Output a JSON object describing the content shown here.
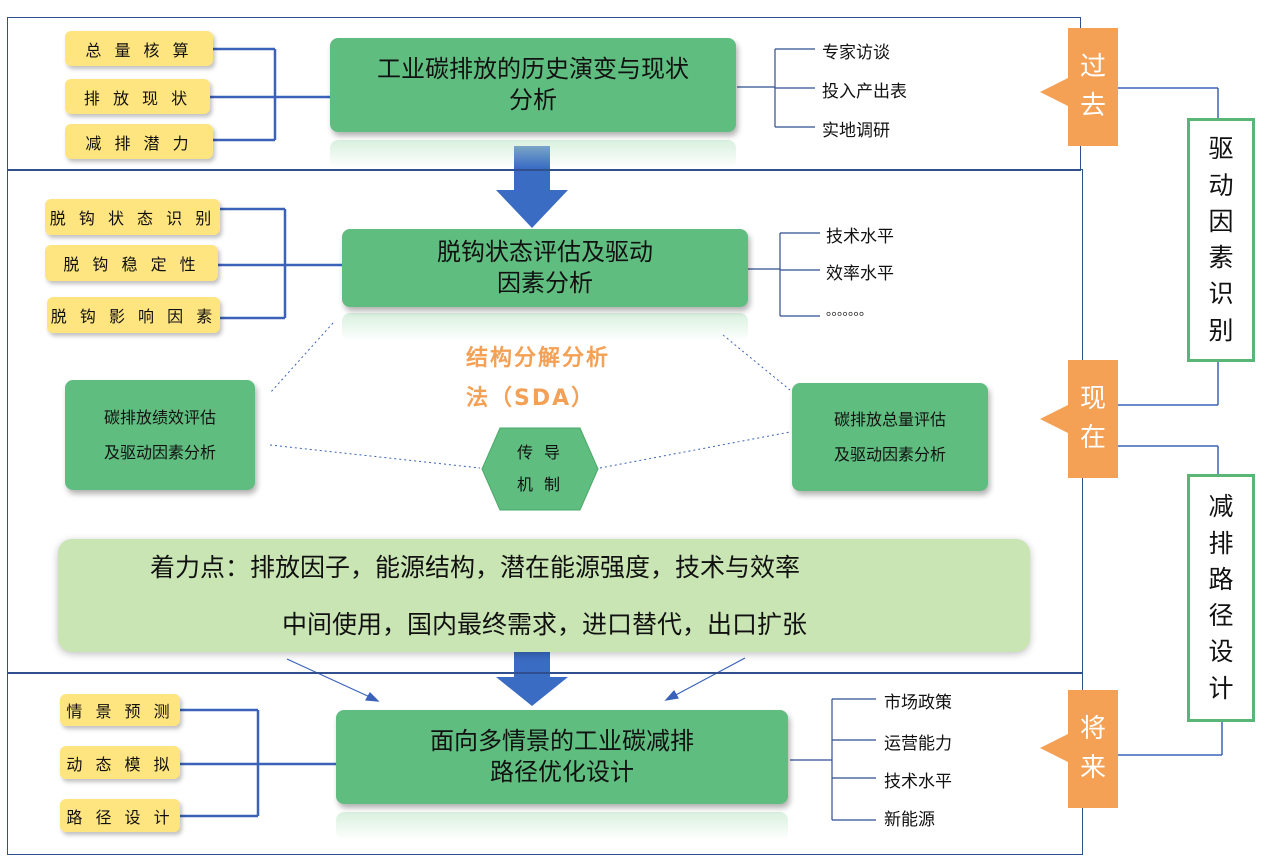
{
  "past": {
    "tags": [
      "总 量 核 算",
      "排 放 现 状",
      "减 排 潜 力"
    ],
    "title_lines": [
      "工业碳排放的历史演变与现状",
      "分析"
    ],
    "methods": [
      "专家访谈",
      "投入产出表",
      "实地调研"
    ],
    "time_label": [
      "过",
      "去"
    ]
  },
  "present": {
    "tags": [
      "脱 钩 状 态 识 别",
      "脱 钩 稳 定 性",
      "脱 钩 影 响 因 素"
    ],
    "title_lines": [
      "脱钩状态评估及驱动",
      "因素分析"
    ],
    "factors": [
      "技术水平",
      "效率水平",
      "。。。。。。。"
    ],
    "sda_lines": [
      "结构分解分析",
      "法（SDA）"
    ],
    "left_box_lines": [
      "碳排放绩效评估",
      "及驱动因素分析"
    ],
    "right_box_lines": [
      "碳排放总量评估",
      "及驱动因素分析"
    ],
    "hex_lines": [
      "传 导",
      "机 制"
    ],
    "focus_lines": [
      "着力点：排放因子，能源结构，潜在能源强度，技术与效率",
      "中间使用，国内最终需求，进口替代，出口扩张"
    ],
    "time_label": [
      "现",
      "在"
    ]
  },
  "future": {
    "tags": [
      "情 景 预 测",
      "动 态 模 拟",
      "路 径 设 计"
    ],
    "title_lines": [
      "面向多情景的工业碳减排",
      "路径优化设计"
    ],
    "factors": [
      "市场政策",
      "运营能力",
      "技术水平",
      "新能源"
    ],
    "time_label": [
      "将",
      "来"
    ]
  },
  "side": {
    "drivers": [
      "驱",
      "动",
      "因",
      "素",
      "识",
      "别"
    ],
    "paths": [
      "减",
      "排",
      "路",
      "径",
      "设",
      "计"
    ]
  },
  "colors": {
    "frame": "#2f4f8f",
    "tag": "#ffe57f",
    "green_box": "#5fbd7f",
    "orange": "#f4a055",
    "light_green": "#c9e5b3",
    "arrow": "#3b6cc4"
  }
}
